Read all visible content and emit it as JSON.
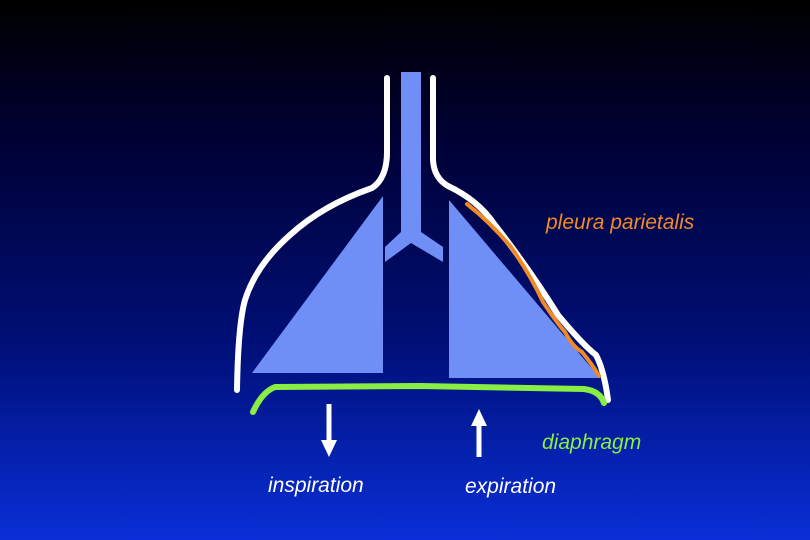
{
  "labels": {
    "pleura": "pleura parietalis",
    "diaphragm": "diaphragm",
    "inspiration": "inspiration",
    "expiration": "expiration"
  },
  "colors": {
    "lung": "#6f8ff7",
    "airway": "#6f8ff7",
    "thoracic_wall": "#ffffff",
    "pleura_line": "#f08a26",
    "diaphragm_line": "#88ee44",
    "arrow": "#ffffff",
    "pleura_text": "#f08a26",
    "diaphragm_text": "#88ee44",
    "label_text": "#ffffff"
  }
}
